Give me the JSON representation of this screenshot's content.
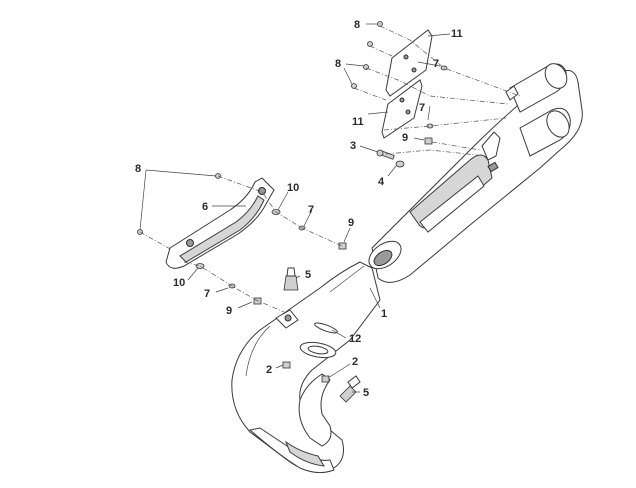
{
  "diagram": {
    "callouts": [
      {
        "id": "c1",
        "text": "1"
      },
      {
        "id": "c2a",
        "text": "2"
      },
      {
        "id": "c2b",
        "text": "2"
      },
      {
        "id": "c3",
        "text": "3"
      },
      {
        "id": "c4",
        "text": "4"
      },
      {
        "id": "c5a",
        "text": "5"
      },
      {
        "id": "c5b",
        "text": "5"
      },
      {
        "id": "c6",
        "text": "6"
      },
      {
        "id": "c7a",
        "text": "7"
      },
      {
        "id": "c7b",
        "text": "7"
      },
      {
        "id": "c7c",
        "text": "7"
      },
      {
        "id": "c7d",
        "text": "7"
      },
      {
        "id": "c8a",
        "text": "8"
      },
      {
        "id": "c8b",
        "text": "8"
      },
      {
        "id": "c8c",
        "text": "8"
      },
      {
        "id": "c9a",
        "text": "9"
      },
      {
        "id": "c9b",
        "text": "9"
      },
      {
        "id": "c9c",
        "text": "9"
      },
      {
        "id": "c10a",
        "text": "10"
      },
      {
        "id": "c10b",
        "text": "10"
      },
      {
        "id": "c11a",
        "text": "11"
      },
      {
        "id": "c11b",
        "text": "11"
      },
      {
        "id": "c12",
        "text": "12"
      }
    ]
  }
}
